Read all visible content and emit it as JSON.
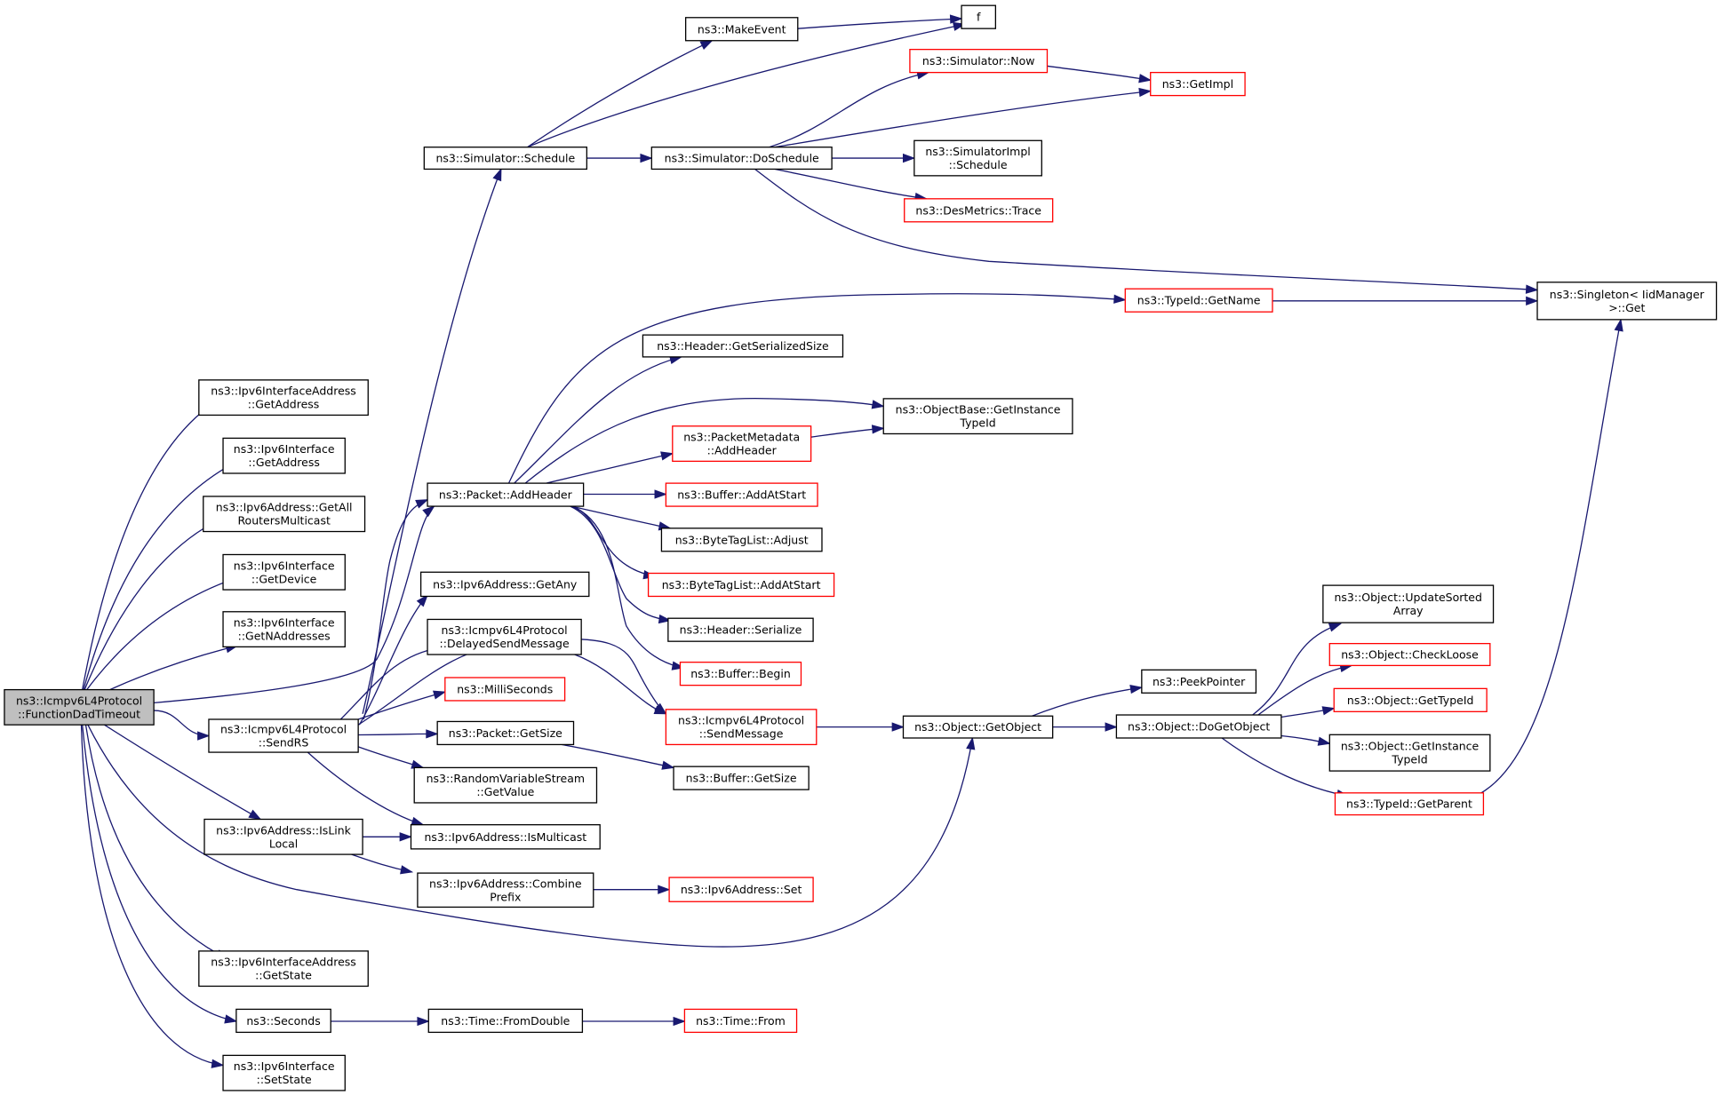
{
  "colors": {
    "edge": "#191970",
    "normal_border": "#000000",
    "truncated_border": "#ff0000",
    "root_fill": "#bfbfbf"
  },
  "nodes": [
    {
      "id": "root",
      "lines": [
        "ns3::Icmpv6L4Protocol",
        "::FunctionDadTimeout"
      ],
      "kind": "root"
    },
    {
      "id": "ifaddr_getaddress",
      "lines": [
        "ns3::Ipv6InterfaceAddress",
        "::GetAddress"
      ],
      "kind": "normal"
    },
    {
      "id": "iface_getaddress",
      "lines": [
        "ns3::Ipv6Interface",
        "::GetAddress"
      ],
      "kind": "normal"
    },
    {
      "id": "getallrouters",
      "lines": [
        "ns3::Ipv6Address::GetAll",
        "RoutersMulticast"
      ],
      "kind": "normal"
    },
    {
      "id": "iface_getdevice",
      "lines": [
        "ns3::Ipv6Interface",
        "::GetDevice"
      ],
      "kind": "normal"
    },
    {
      "id": "iface_getnaddresses",
      "lines": [
        "ns3::Ipv6Interface",
        "::GetNAddresses"
      ],
      "kind": "normal"
    },
    {
      "id": "sendrs",
      "lines": [
        "ns3::Icmpv6L4Protocol",
        "::SendRS"
      ],
      "kind": "normal"
    },
    {
      "id": "islinklocal",
      "lines": [
        "ns3::Ipv6Address::IsLink",
        "Local"
      ],
      "kind": "normal"
    },
    {
      "id": "ifaddr_getstate",
      "lines": [
        "ns3::Ipv6InterfaceAddress",
        "::GetState"
      ],
      "kind": "normal"
    },
    {
      "id": "seconds",
      "lines": [
        "ns3::Seconds"
      ],
      "kind": "normal"
    },
    {
      "id": "iface_setstate",
      "lines": [
        "ns3::Ipv6Interface",
        "::SetState"
      ],
      "kind": "normal"
    },
    {
      "id": "sim_schedule",
      "lines": [
        "ns3::Simulator::Schedule"
      ],
      "kind": "normal"
    },
    {
      "id": "makeevent",
      "lines": [
        "ns3::MakeEvent"
      ],
      "kind": "normal"
    },
    {
      "id": "f",
      "lines": [
        "f"
      ],
      "kind": "normal"
    },
    {
      "id": "sim_now",
      "lines": [
        "ns3::Simulator::Now"
      ],
      "kind": "truncated"
    },
    {
      "id": "getimpl",
      "lines": [
        "ns3::GetImpl"
      ],
      "kind": "truncated"
    },
    {
      "id": "sim_doschedule",
      "lines": [
        "ns3::Simulator::DoSchedule"
      ],
      "kind": "normal"
    },
    {
      "id": "simimpl_schedule",
      "lines": [
        "ns3::SimulatorImpl",
        "::Schedule"
      ],
      "kind": "normal"
    },
    {
      "id": "desmetrics",
      "lines": [
        "ns3::DesMetrics::Trace"
      ],
      "kind": "truncated"
    },
    {
      "id": "singleton_get",
      "lines": [
        "ns3::Singleton< IidManager",
        " >::Get"
      ],
      "kind": "normal"
    },
    {
      "id": "typeid_getname",
      "lines": [
        "ns3::TypeId::GetName"
      ],
      "kind": "truncated"
    },
    {
      "id": "header_getsersize",
      "lines": [
        "ns3::Header::GetSerializedSize"
      ],
      "kind": "normal"
    },
    {
      "id": "objbase_getinsttypeid",
      "lines": [
        "ns3::ObjectBase::GetInstance",
        "TypeId"
      ],
      "kind": "normal"
    },
    {
      "id": "pktmeta_addheader",
      "lines": [
        "ns3::PacketMetadata",
        "::AddHeader"
      ],
      "kind": "truncated"
    },
    {
      "id": "pkt_addheader",
      "lines": [
        "ns3::Packet::AddHeader"
      ],
      "kind": "normal"
    },
    {
      "id": "buffer_addatstart",
      "lines": [
        "ns3::Buffer::AddAtStart"
      ],
      "kind": "truncated"
    },
    {
      "id": "bytetag_adjust",
      "lines": [
        "ns3::ByteTagList::Adjust"
      ],
      "kind": "normal"
    },
    {
      "id": "bytetag_addatstart",
      "lines": [
        "ns3::ByteTagList::AddAtStart"
      ],
      "kind": "truncated"
    },
    {
      "id": "header_serialize",
      "lines": [
        "ns3::Header::Serialize"
      ],
      "kind": "normal"
    },
    {
      "id": "buffer_begin",
      "lines": [
        "ns3::Buffer::Begin"
      ],
      "kind": "truncated"
    },
    {
      "id": "getany",
      "lines": [
        "ns3::Ipv6Address::GetAny"
      ],
      "kind": "normal"
    },
    {
      "id": "delayedsend",
      "lines": [
        "ns3::Icmpv6L4Protocol",
        "::DelayedSendMessage"
      ],
      "kind": "normal"
    },
    {
      "id": "milliseconds",
      "lines": [
        "ns3::MilliSeconds"
      ],
      "kind": "truncated"
    },
    {
      "id": "pkt_getsize",
      "lines": [
        "ns3::Packet::GetSize"
      ],
      "kind": "normal"
    },
    {
      "id": "rvs_getvalue",
      "lines": [
        "ns3::RandomVariableStream",
        "::GetValue"
      ],
      "kind": "normal"
    },
    {
      "id": "sendmessage",
      "lines": [
        "ns3::Icmpv6L4Protocol",
        "::SendMessage"
      ],
      "kind": "truncated"
    },
    {
      "id": "buffer_getsize",
      "lines": [
        "ns3::Buffer::GetSize"
      ],
      "kind": "normal"
    },
    {
      "id": "obj_getobject",
      "lines": [
        "ns3::Object::GetObject"
      ],
      "kind": "normal"
    },
    {
      "id": "peekpointer",
      "lines": [
        "ns3::PeekPointer"
      ],
      "kind": "normal"
    },
    {
      "id": "obj_dogetobject",
      "lines": [
        "ns3::Object::DoGetObject"
      ],
      "kind": "normal"
    },
    {
      "id": "obj_updatesorted",
      "lines": [
        "ns3::Object::UpdateSorted",
        "Array"
      ],
      "kind": "normal"
    },
    {
      "id": "obj_checkloose",
      "lines": [
        "ns3::Object::CheckLoose"
      ],
      "kind": "truncated"
    },
    {
      "id": "obj_gettypeid",
      "lines": [
        "ns3::Object::GetTypeId"
      ],
      "kind": "truncated"
    },
    {
      "id": "obj_getinsttypeid",
      "lines": [
        "ns3::Object::GetInstance",
        "TypeId"
      ],
      "kind": "normal"
    },
    {
      "id": "typeid_getparent",
      "lines": [
        "ns3::TypeId::GetParent"
      ],
      "kind": "truncated"
    },
    {
      "id": "ismulticast",
      "lines": [
        "ns3::Ipv6Address::IsMulticast"
      ],
      "kind": "normal"
    },
    {
      "id": "combineprefix",
      "lines": [
        "ns3::Ipv6Address::Combine",
        "Prefix"
      ],
      "kind": "normal"
    },
    {
      "id": "ipv6addr_set",
      "lines": [
        "ns3::Ipv6Address::Set"
      ],
      "kind": "truncated"
    },
    {
      "id": "time_fromdouble",
      "lines": [
        "ns3::Time::FromDouble"
      ],
      "kind": "normal"
    },
    {
      "id": "time_from",
      "lines": [
        "ns3::Time::From"
      ],
      "kind": "truncated"
    }
  ],
  "edges": [
    [
      "root",
      "ifaddr_getaddress"
    ],
    [
      "root",
      "iface_getaddress"
    ],
    [
      "root",
      "getallrouters"
    ],
    [
      "root",
      "iface_getdevice"
    ],
    [
      "root",
      "iface_getnaddresses"
    ],
    [
      "root",
      "pkt_addheader"
    ],
    [
      "root",
      "sendrs"
    ],
    [
      "root",
      "islinklocal"
    ],
    [
      "root",
      "obj_getobject"
    ],
    [
      "root",
      "ifaddr_getstate"
    ],
    [
      "root",
      "seconds"
    ],
    [
      "root",
      "iface_setstate"
    ],
    [
      "sendrs",
      "sim_schedule"
    ],
    [
      "sendrs",
      "pkt_addheader"
    ],
    [
      "sendrs",
      "getany"
    ],
    [
      "sendrs",
      "delayedsend"
    ],
    [
      "sendrs",
      "milliseconds"
    ],
    [
      "sendrs",
      "pkt_getsize"
    ],
    [
      "sendrs",
      "rvs_getvalue"
    ],
    [
      "sendrs",
      "ismulticast"
    ],
    [
      "sendrs",
      "sendmessage"
    ],
    [
      "sim_schedule",
      "makeevent"
    ],
    [
      "sim_schedule",
      "f"
    ],
    [
      "sim_schedule",
      "sim_doschedule"
    ],
    [
      "makeevent",
      "f"
    ],
    [
      "sim_now",
      "getimpl"
    ],
    [
      "sim_doschedule",
      "sim_now"
    ],
    [
      "sim_doschedule",
      "getimpl"
    ],
    [
      "sim_doschedule",
      "simimpl_schedule"
    ],
    [
      "sim_doschedule",
      "desmetrics"
    ],
    [
      "sim_doschedule",
      "singleton_get"
    ],
    [
      "typeid_getname",
      "singleton_get"
    ],
    [
      "pkt_addheader",
      "typeid_getname"
    ],
    [
      "pkt_addheader",
      "header_getsersize"
    ],
    [
      "pkt_addheader",
      "objbase_getinsttypeid"
    ],
    [
      "pkt_addheader",
      "pktmeta_addheader"
    ],
    [
      "pkt_addheader",
      "buffer_addatstart"
    ],
    [
      "pkt_addheader",
      "bytetag_adjust"
    ],
    [
      "pkt_addheader",
      "bytetag_addatstart"
    ],
    [
      "pkt_addheader",
      "header_serialize"
    ],
    [
      "pkt_addheader",
      "buffer_begin"
    ],
    [
      "pktmeta_addheader",
      "objbase_getinsttypeid"
    ],
    [
      "delayedsend",
      "sendmessage"
    ],
    [
      "sendmessage",
      "obj_getobject"
    ],
    [
      "pkt_getsize",
      "buffer_getsize"
    ],
    [
      "obj_getobject",
      "peekpointer"
    ],
    [
      "obj_getobject",
      "obj_dogetobject"
    ],
    [
      "obj_dogetobject",
      "obj_updatesorted"
    ],
    [
      "obj_dogetobject",
      "obj_checkloose"
    ],
    [
      "obj_dogetobject",
      "obj_gettypeid"
    ],
    [
      "obj_dogetobject",
      "obj_getinsttypeid"
    ],
    [
      "obj_dogetobject",
      "typeid_getparent"
    ],
    [
      "typeid_getparent",
      "singleton_get"
    ],
    [
      "islinklocal",
      "ismulticast"
    ],
    [
      "islinklocal",
      "combineprefix"
    ],
    [
      "combineprefix",
      "ipv6addr_set"
    ],
    [
      "seconds",
      "time_fromdouble"
    ],
    [
      "time_fromdouble",
      "time_from"
    ]
  ]
}
